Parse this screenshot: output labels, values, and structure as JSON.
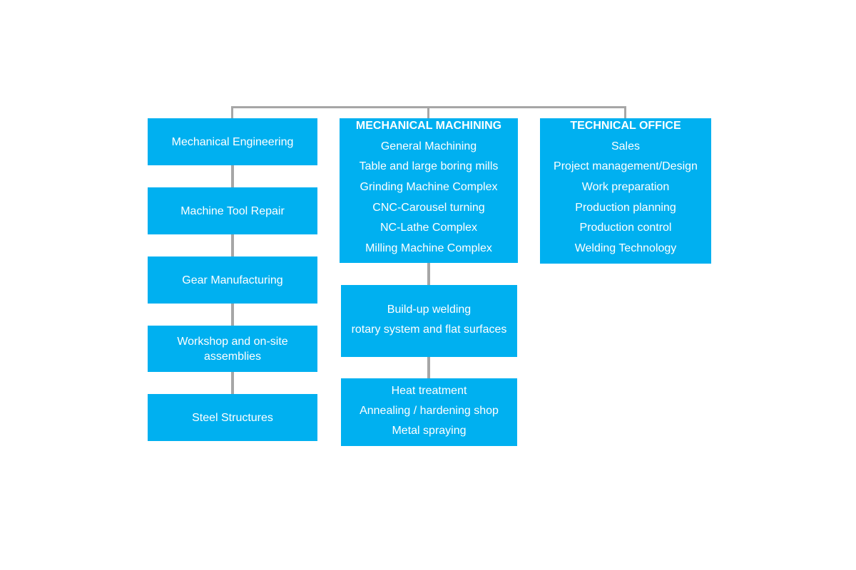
{
  "colors": {
    "box_fill": "#00b0f0",
    "box_text": "#ffffff",
    "connector": "#a6a6a6",
    "background": "#ffffff"
  },
  "left_column": {
    "boxes": [
      {
        "label": "Mechanical Engineering"
      },
      {
        "label": "Machine Tool Repair"
      },
      {
        "label": "Gear Manufacturing"
      },
      {
        "label": "Workshop and on-site assemblies"
      },
      {
        "label": "Steel Structures"
      }
    ]
  },
  "middle_column": {
    "machining": {
      "heading": "MECHANICAL MACHINING",
      "items": [
        "General Machining",
        "Table and large boring mills",
        "Grinding Machine Complex",
        "CNC-Carousel turning",
        "NC-Lathe Complex",
        "Milling Machine Complex"
      ]
    },
    "welding": {
      "lines": [
        "Build-up welding",
        "rotary system and flat surfaces"
      ]
    },
    "heat": {
      "lines": [
        "Heat treatment",
        "Annealing / hardening shop",
        "Metal spraying"
      ]
    }
  },
  "right_column": {
    "technical_office": {
      "heading": "TECHNICAL OFFICE",
      "items": [
        "Sales",
        "Project management/Design",
        "Work preparation",
        "Production planning",
        "Production control",
        "Welding Technology"
      ]
    }
  }
}
